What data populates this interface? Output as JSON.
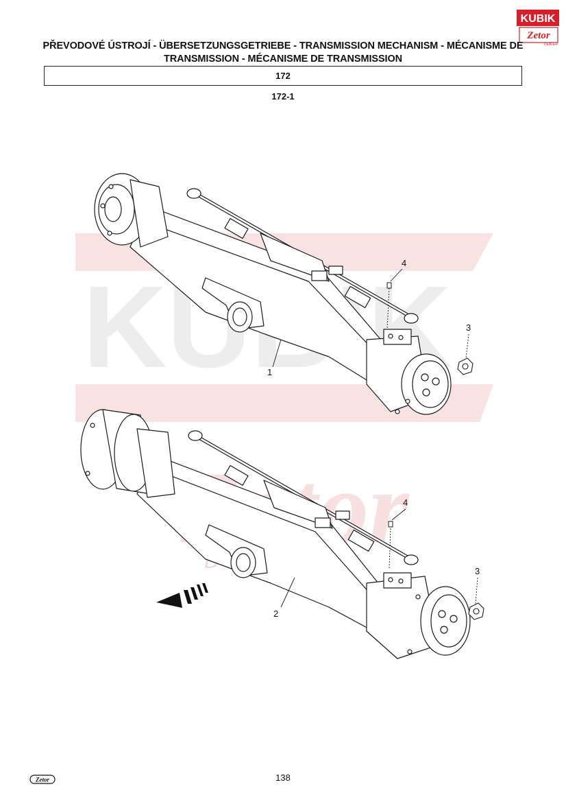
{
  "header": {
    "logo_top": "KUBIK",
    "logo_bottom": "Zetor",
    "logo_tag": "DEALER",
    "title": "PŘEVODOVÉ ÚSTROJÍ - ÜBERSETZUNGSGETRIEBE - TRANSMISSION MECHANISM - MÉCANISME DE TRANSMISSION - MÉCANISME DE TRANSMISSION",
    "section": "172",
    "subsection": "172-1"
  },
  "watermark": {
    "main": "KUBIK",
    "brand": "Zetor",
    "tag": "DEALER"
  },
  "callouts": {
    "top_1": "1",
    "top_3": "3",
    "top_4": "4",
    "bottom_2": "2",
    "bottom_3": "3",
    "bottom_4": "4"
  },
  "footer": {
    "page_number": "138",
    "logo": "Zetor"
  },
  "colors": {
    "brand_red": "#d4202a",
    "watermark_red": "#f7dcdc",
    "watermark_gray": "#ececec",
    "ink": "#111111"
  }
}
